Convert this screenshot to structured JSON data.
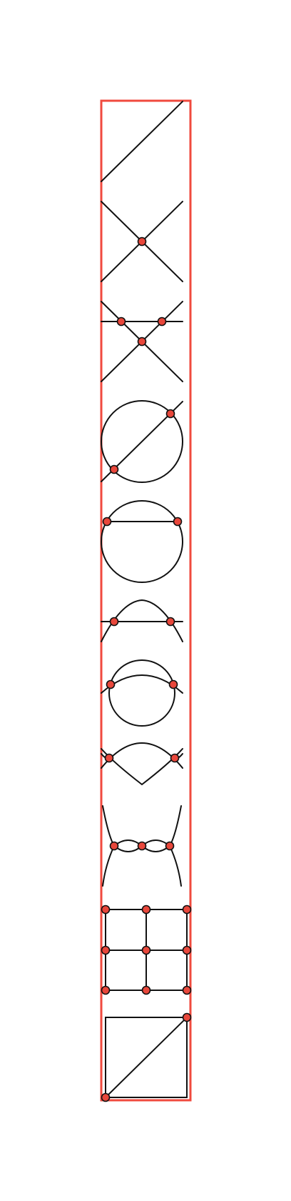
{
  "figure": {
    "border_color": "#f04a3e",
    "stroke_color": "#111111",
    "point_color": "#e8473b",
    "panel_count": 11,
    "panels": [
      {
        "name": "single-diagonal-line",
        "point_count": 0
      },
      {
        "name": "two-crossing-lines",
        "point_count": 1
      },
      {
        "name": "three-line-triangle-arrangement",
        "point_count": 3
      },
      {
        "name": "circle-with-chord-diagonal",
        "point_count": 2
      },
      {
        "name": "circle-with-horizontal-chord",
        "point_count": 2
      },
      {
        "name": "arc-over-horizontal-line",
        "point_count": 2
      },
      {
        "name": "circle-with-crossing-arc",
        "point_count": 2
      },
      {
        "name": "lens-two-arcs",
        "point_count": 2
      },
      {
        "name": "two-lobe-chain-with-curves",
        "point_count": 3
      },
      {
        "name": "three-by-three-grid",
        "point_count": 9
      },
      {
        "name": "square-with-diagonal",
        "point_count": 2
      }
    ]
  }
}
